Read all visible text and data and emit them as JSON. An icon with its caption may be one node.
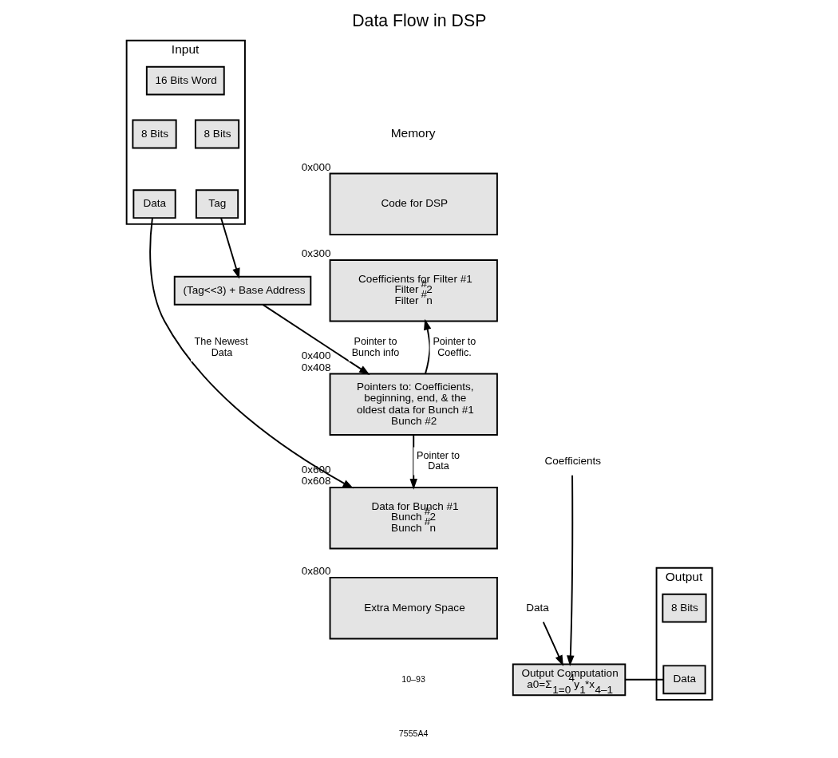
{
  "diagram": {
    "title": "Data Flow in DSP",
    "nodes": [
      {
        "text": [
          "Input"
        ]
      },
      {
        "text": [
          "16 Bits Word"
        ],
        "in": 0
      },
      {
        "text": [
          "8 Bits"
        ],
        "in": 0
      },
      {
        "text": [
          "8 Bits"
        ],
        "in": 0
      },
      {
        "text": [
          "Data"
        ],
        "in": 0
      },
      {
        "text": [
          "Tag"
        ],
        "in": 0
      },
      {
        "text": [
          "(Tag<<3) + Base Address"
        ]
      },
      {
        "text": [
          "Output"
        ]
      },
      {
        "text": [
          "8 Bits"
        ],
        "in": 7
      },
      {
        "text": [
          "Data"
        ],
        "in": 7
      },
      {
        "text": [
          "Output Computation",
          "a0=Σ$_{1=0}$$^{4}$y$_{1}$*x$_{4–1}$"
        ]
      },
      {
        "text": [
          "Code for DSP"
        ],
        "beside": [
          "0x000"
        ]
      },
      {
        "text": [
          "Coefficients for Filter #1",
          "Filter $^{#}$2",
          "Filter $^{#}$n"
        ],
        "beside": [
          "0x300"
        ]
      },
      {
        "text": [
          "Pointers to: Coefficients, beginning, end, & the oldest data for Bunch #1",
          "Bunch #2"
        ],
        "beside": [
          "0x400",
          "0x408"
        ]
      },
      {
        "text": [
          "Data for Bunch #1",
          "Bunch $^{#}$2",
          "Bunch $^{#}$n"
        ],
        "beside": [
          "0x600",
          "0x608"
        ]
      },
      {
        "text": [
          "Extra Memory Space"
        ],
        "beside": [
          "0x800"
        ]
      },
      {
        "text": [
          "Coefficients"
        ]
      },
      {
        "text": [
          "Data"
        ]
      }
    ],
    "edges": [
      {
        "from": 5,
        "to": 6,
        "arrow": "to"
      },
      {
        "from": 6,
        "to": 13,
        "arrow": "to",
        "label": "Pointer to Bunch info"
      },
      {
        "from": 4,
        "to": 14,
        "arrow": "to",
        "label": "The Newest Data"
      },
      {
        "from": 13,
        "to": 12,
        "arrow": "to",
        "label": "Pointer to Coeffic."
      },
      {
        "from": 13,
        "to": 14,
        "arrow": "to",
        "label": "Pointer to Data"
      },
      {
        "from": 16,
        "to": 10,
        "arrow": "to"
      },
      {
        "from": 17,
        "to": 10,
        "arrow": "to"
      },
      {
        "from": 9,
        "to": 10,
        "arrow": "none"
      }
    ],
    "labels": [
      "Memory",
      "10–93",
      "7555A4"
    ]
  }
}
